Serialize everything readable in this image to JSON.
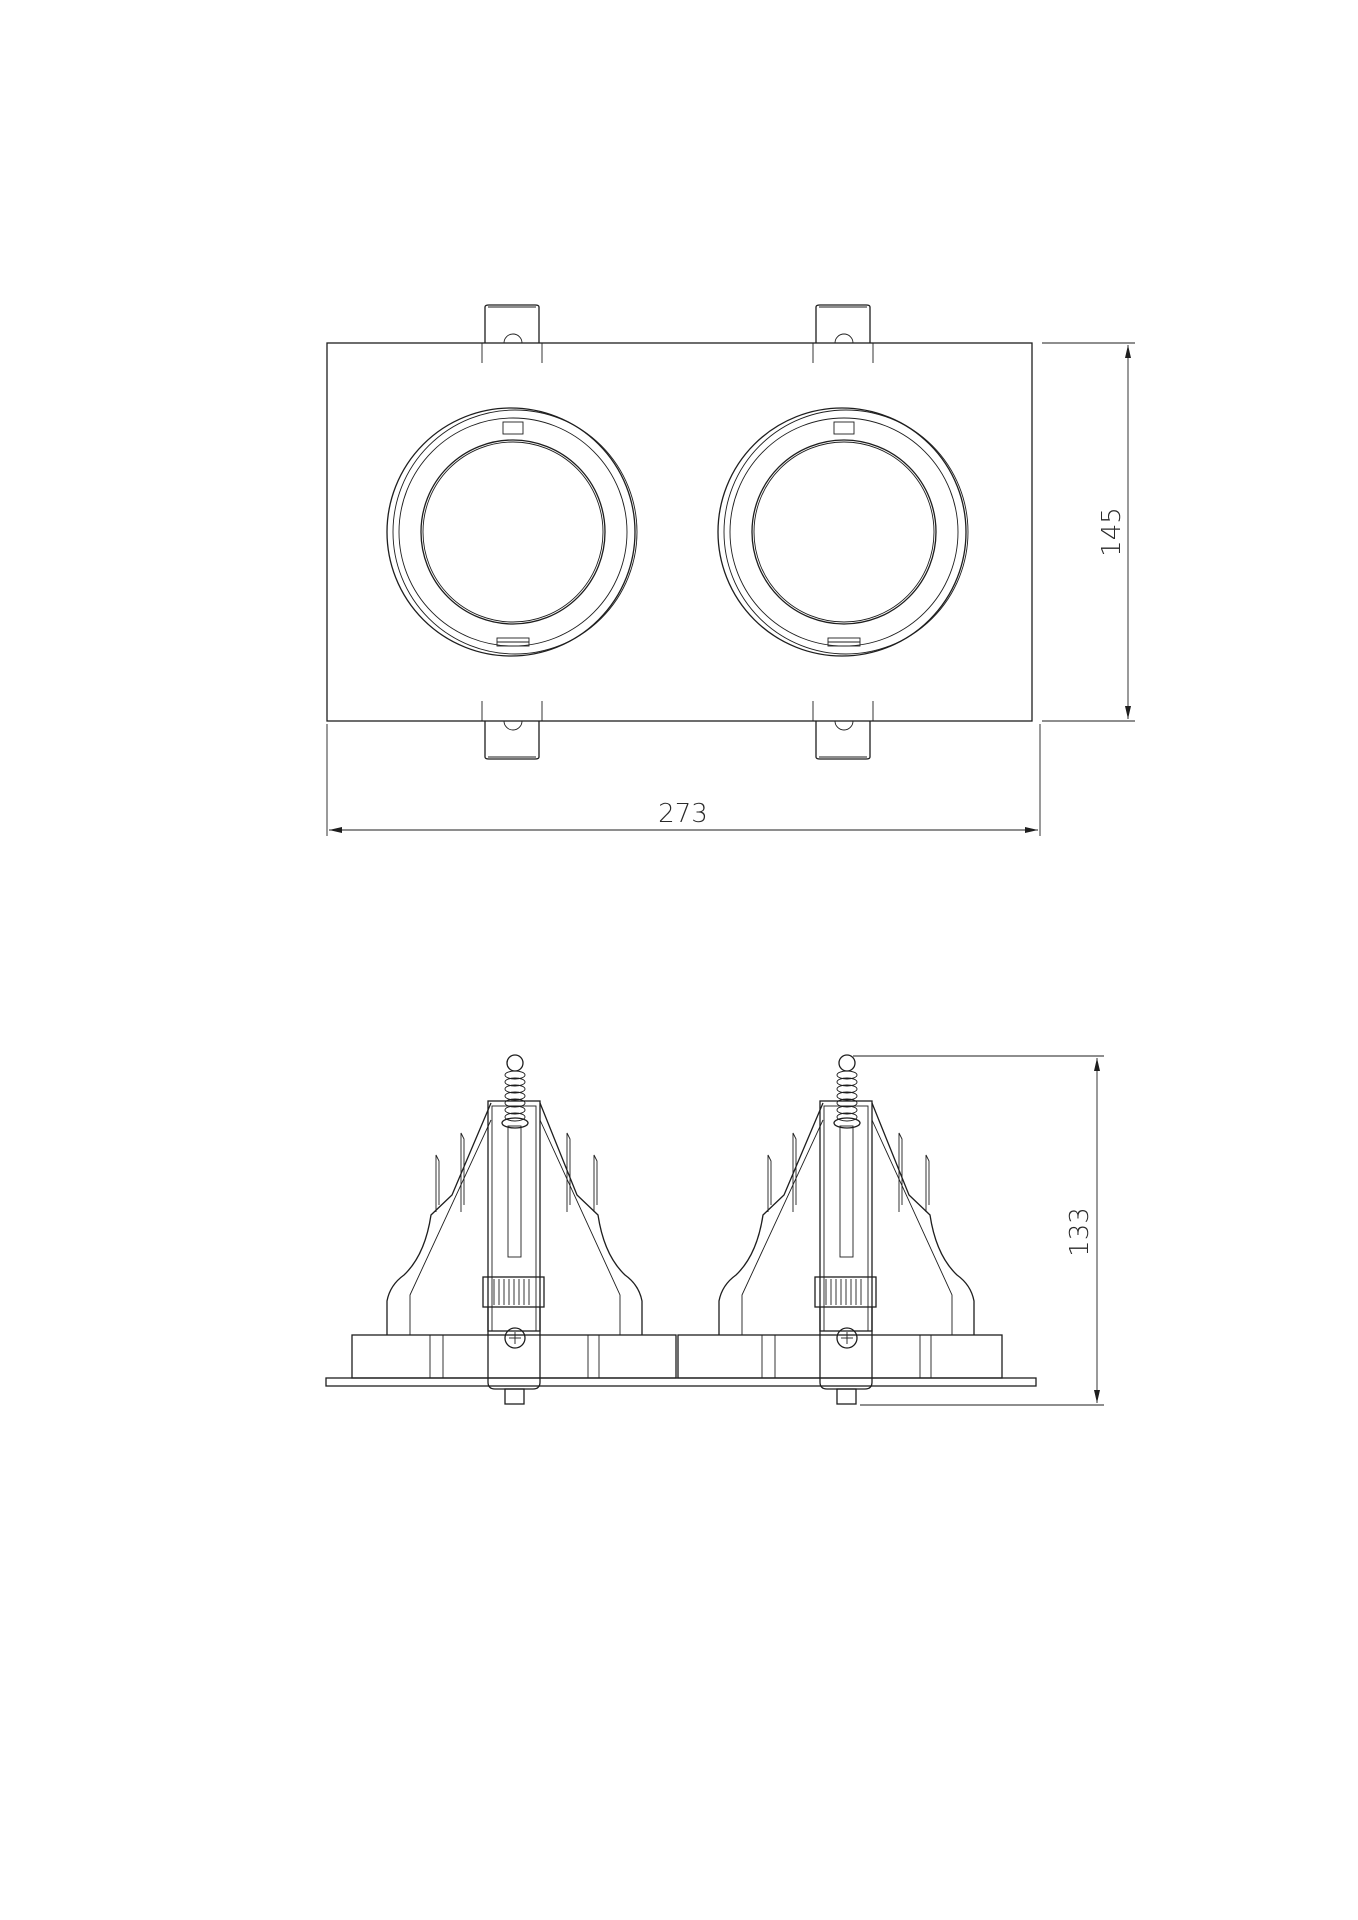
{
  "drawing": {
    "top_view": {
      "width_label": "273",
      "height_label": "145",
      "units": 2
    },
    "side_view": {
      "height_label": "133",
      "units": 2
    },
    "line_color": "#1e1e1e"
  }
}
